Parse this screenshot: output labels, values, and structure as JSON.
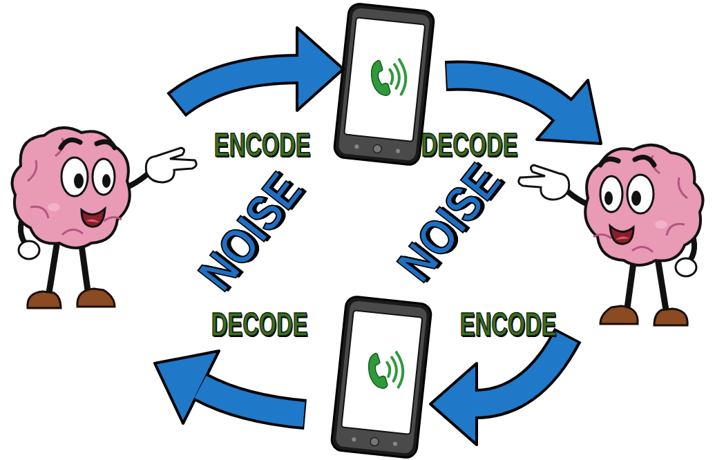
{
  "diagram": {
    "labels": [
      "ENCODE",
      "DECODE",
      "NOISE",
      "NOISE",
      "DECODE",
      "ENCODE"
    ]
  }
}
